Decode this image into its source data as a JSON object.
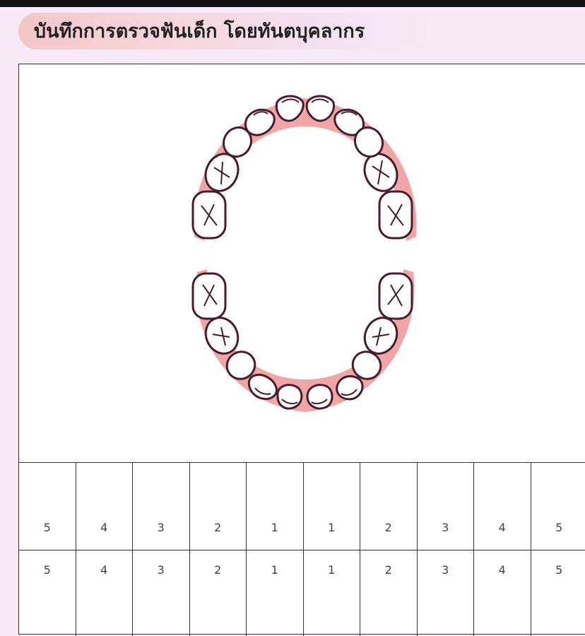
{
  "header": {
    "title": "บันทึกการตรวจฟันเด็ก โดยทันตบุคลากร"
  },
  "colors": {
    "gum": "#f0a6a4",
    "tooth_outline": "#4a1a2e",
    "tooth_fill": "#ffffff",
    "background": "#f6eaf6",
    "border": "#333333"
  },
  "tooth_chart": {
    "upper_row_numbers": [
      "5",
      "4",
      "3",
      "2",
      "1",
      "1",
      "2",
      "3",
      "4",
      "5"
    ],
    "lower_row_numbers": [
      "5",
      "4",
      "3",
      "2",
      "1",
      "1",
      "2",
      "3",
      "4",
      "5"
    ]
  }
}
